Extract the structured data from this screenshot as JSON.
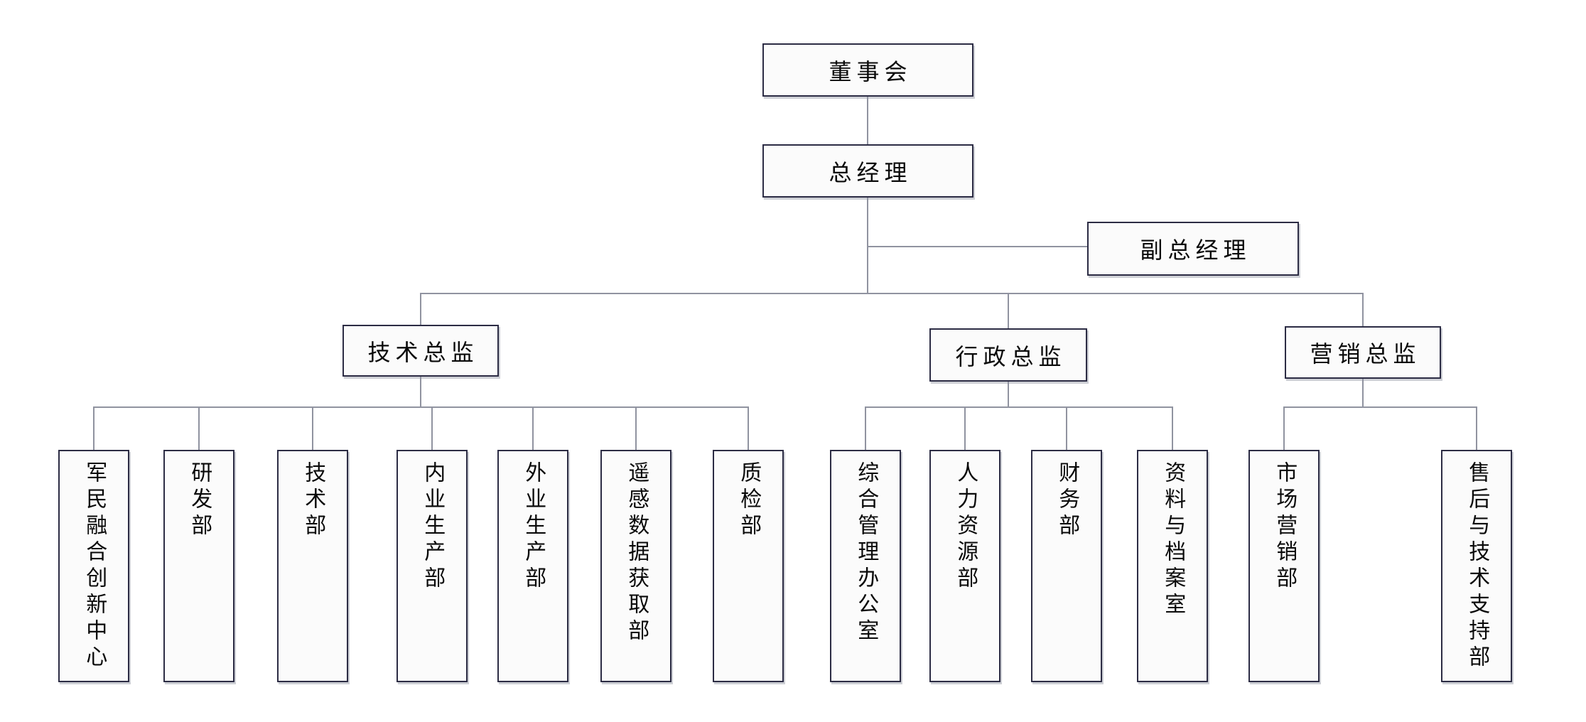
{
  "colors": {
    "background": "#ffffff",
    "box_fill": "#fbfbfb",
    "box_border": "#2c2c44",
    "connector": "#9093a0",
    "text": "#0a0a0a"
  },
  "org_chart": {
    "board": {
      "label": "董事会"
    },
    "general_manager": {
      "label": "总经理"
    },
    "deputy_general_manager": {
      "label": "副总经理"
    },
    "directors": {
      "technical": {
        "label": "技术总监"
      },
      "administrative": {
        "label": "行政总监"
      },
      "marketing": {
        "label": "营销总监"
      }
    },
    "departments": {
      "technical": [
        "军民融合创新中心",
        "研发部",
        "技术部",
        "内业生产部",
        "外业生产部",
        "遥感数据获取部",
        "质检部"
      ],
      "administrative": [
        "综合管理办公室",
        "人力资源部",
        "财务部",
        "资料与档案室"
      ],
      "marketing": [
        "市场营销部",
        "售后与技术支持部"
      ]
    }
  }
}
